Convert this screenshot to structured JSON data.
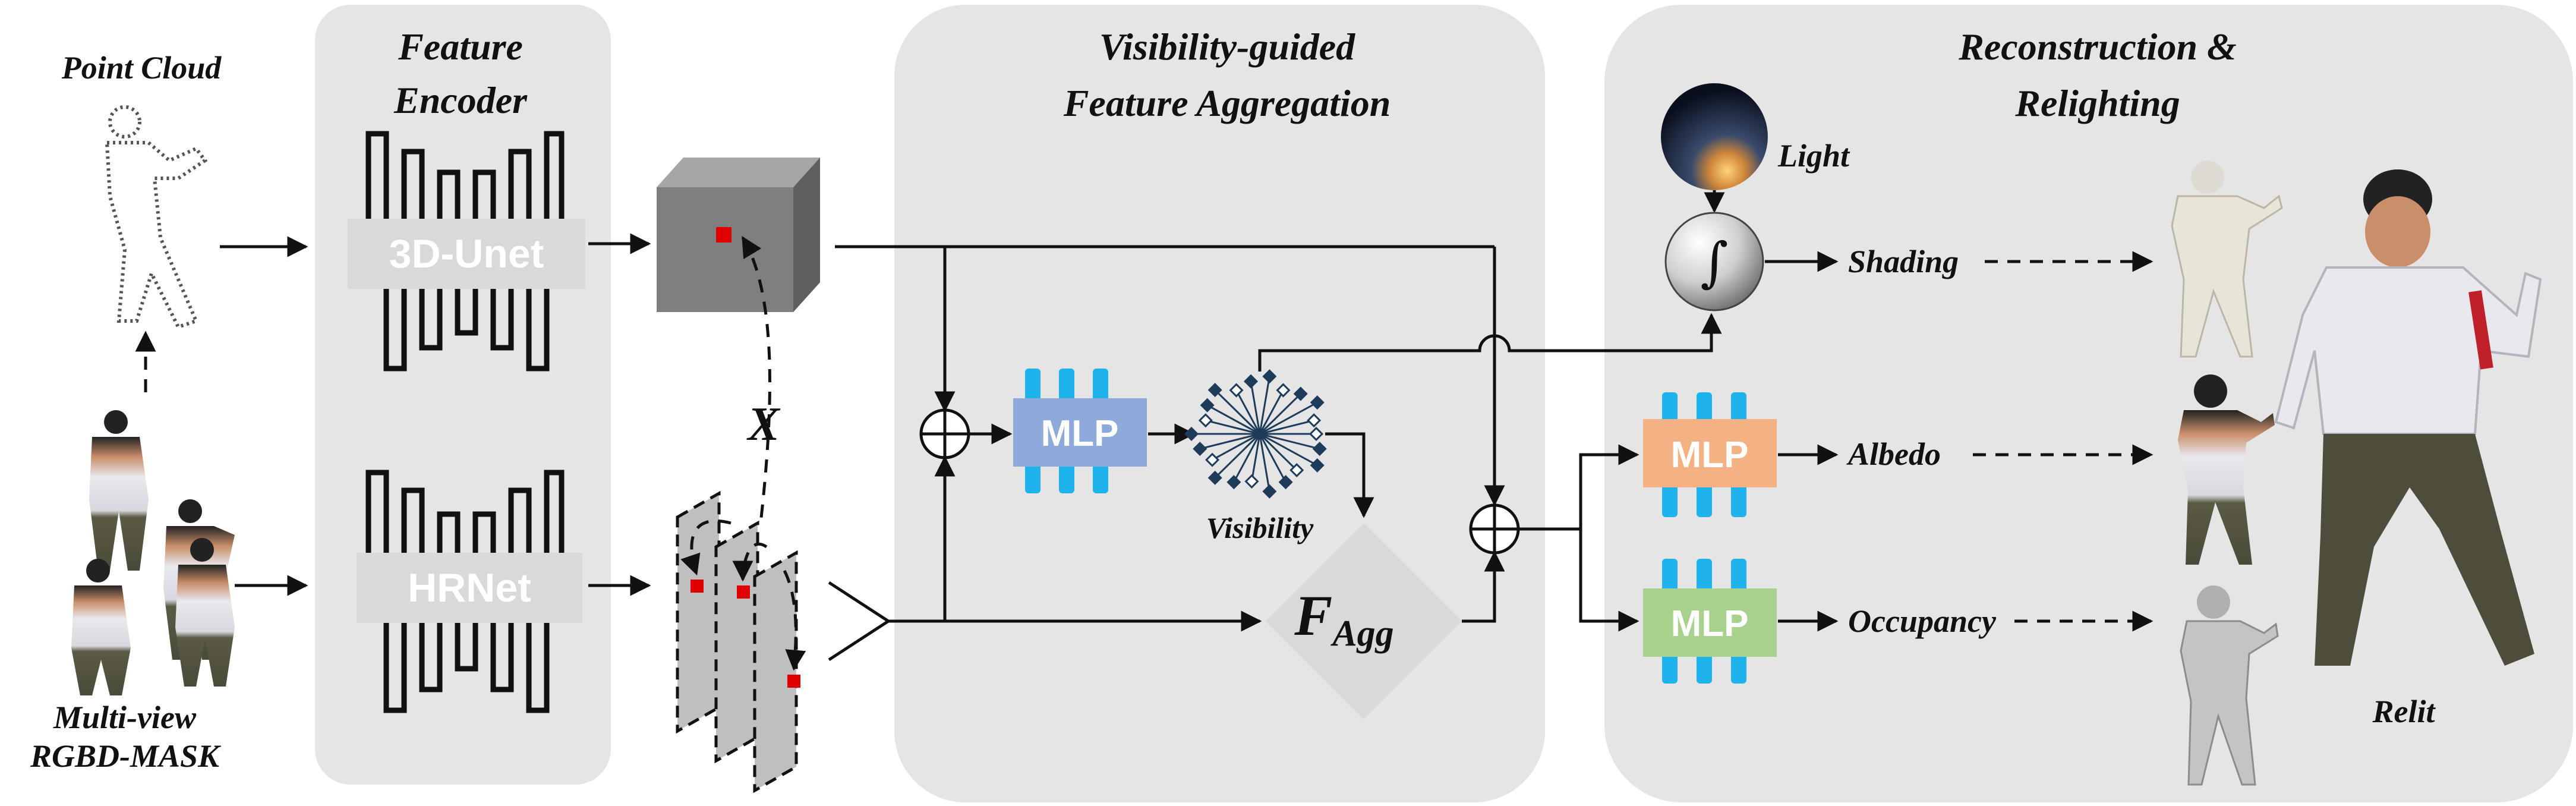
{
  "inputs": {
    "point_cloud_label": "Point Cloud",
    "multiview_label_line1": "Multi-view",
    "multiview_label_line2": "RGBD-MASK"
  },
  "panels": {
    "feature_encoder": {
      "title_line1": "Feature",
      "title_line2": "Encoder"
    },
    "aggregation": {
      "title_line1": "Visibility-guided",
      "title_line2": "Feature Aggregation"
    },
    "reconstruction": {
      "title_line1": "Reconstruction &",
      "title_line2": "Relighting"
    }
  },
  "encoders": {
    "unet_label": "3D-Unet",
    "hrnet_label": "HRNet"
  },
  "query_point_label": "X",
  "mlp_label": "MLP",
  "visibility_label": "Visibility",
  "fagg": {
    "main": "F",
    "sub": "Agg"
  },
  "light_label": "Light",
  "integral_symbol": "∫",
  "outputs": {
    "shading": "Shading",
    "albedo": "Albedo",
    "occupancy": "Occupancy",
    "relit": "Relit"
  },
  "colors": {
    "panel": "#e6e5e6",
    "mlp_blue": "#8eaadb",
    "mlp_orange": "#f4b183",
    "mlp_green": "#a9d18e",
    "mlp_bars": "#1fb3ee",
    "cube": "#7f7f7f",
    "fagg_diamond": "#d9d9d9",
    "query_red": "#e00000"
  }
}
